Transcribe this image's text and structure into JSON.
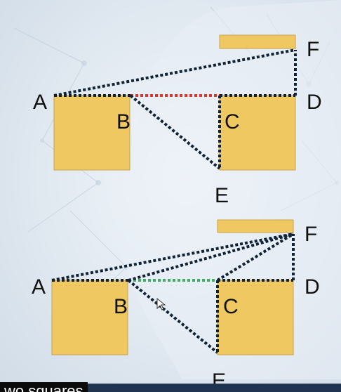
{
  "colors": {
    "square": "#f0c862",
    "square_stroke": "#c9a24a",
    "dotted": "#0f2236",
    "top_highlight": "#d63a2f",
    "bottom_highlight": "#3fae62",
    "background": "#dde6ef"
  },
  "figures": [
    {
      "labels": {
        "A": "A",
        "B": "B",
        "C": "C",
        "D": "D",
        "E": "E",
        "F": "F"
      }
    },
    {
      "labels": {
        "A": "A",
        "B": "B",
        "C": "C",
        "D": "D",
        "E": "E",
        "F": "F"
      }
    }
  ],
  "caption": {
    "text": "wo squares"
  }
}
